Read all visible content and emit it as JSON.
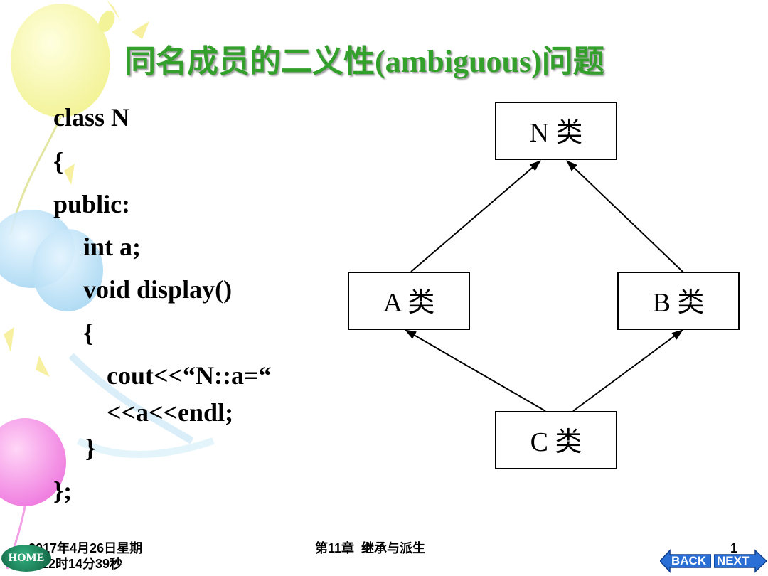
{
  "slide": {
    "title": "同名成员的二义性(ambiguous)问题",
    "code_lines": [
      "class N",
      "{",
      "public:",
      "int a;",
      "void display()",
      "{",
      "cout<<“N::a=“",
      "<<a<<endl;",
      "}",
      "};"
    ],
    "diagram": {
      "nodes": {
        "n": "N 类",
        "a": "A 类",
        "b": "B 类",
        "c": "C 类"
      }
    }
  },
  "footer": {
    "date_line1": "2017年4月26日星期",
    "date_line2": "三12时14分39秒",
    "chapter": "第11章  继承与派生",
    "page_number": "1"
  },
  "nav": {
    "home_label": "HOME",
    "back_label": "BACK",
    "next_label": "NEXT"
  },
  "colors": {
    "title": "#33a02c",
    "home_button": "#1a7a52",
    "nav_button": "#2a6fd6"
  }
}
